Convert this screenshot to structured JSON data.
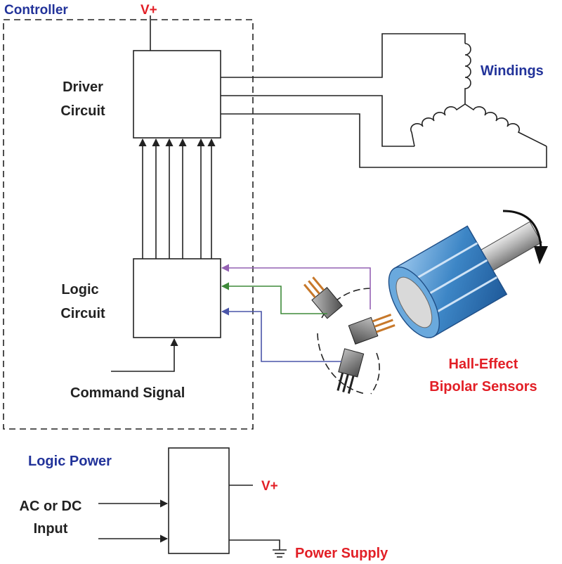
{
  "labels": {
    "controller": "Controller",
    "v_plus_top": "V+",
    "driver_line1": "Driver",
    "driver_line2": "Circuit",
    "windings": "Windings",
    "logic_line1": "Logic",
    "logic_line2": "Circuit",
    "command_signal": "Command Signal",
    "hall_line1": "Hall-Effect",
    "hall_line2": "Bipolar Sensors",
    "logic_power": "Logic Power",
    "input_line1": "AC or DC",
    "input_line2": "Input",
    "v_plus_supply": "V+",
    "power_supply": "Power Supply"
  },
  "colors": {
    "title_blue": "#22339a",
    "accent_red": "#e21f26",
    "signal_purple": "#9461b3",
    "signal_green": "#3e8a3a",
    "signal_blue": "#4a55a8",
    "rotor_blue": "#3d86c6",
    "line": "#222222"
  }
}
